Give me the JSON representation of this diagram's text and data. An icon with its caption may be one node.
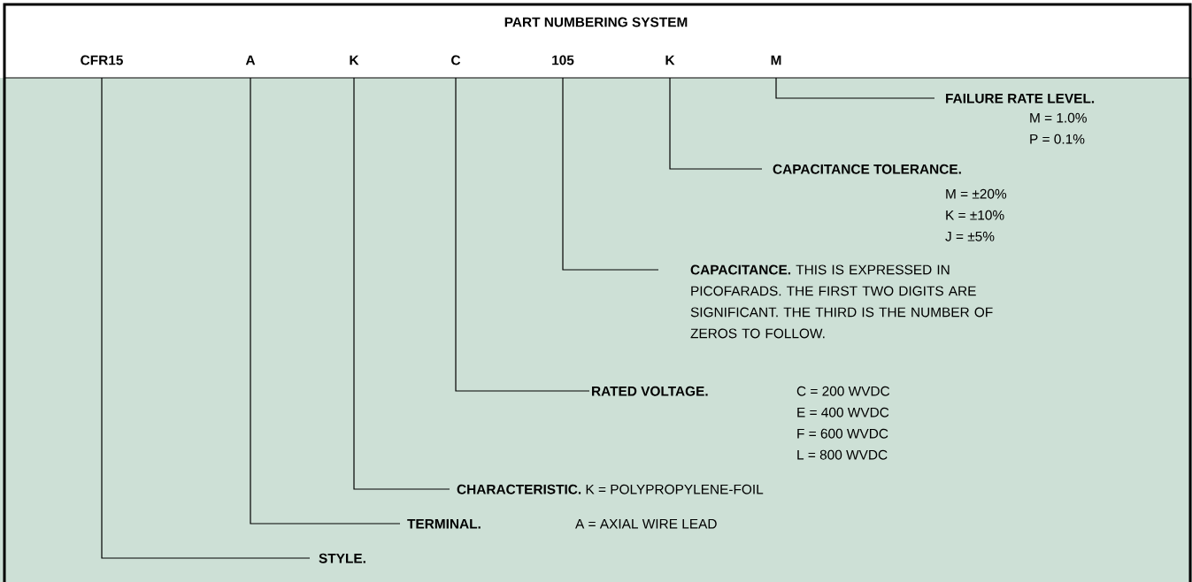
{
  "diagram": {
    "title": "PART NUMBERING SYSTEM",
    "nodes": [
      {
        "text": [
          "CFR15"
        ]
      },
      {
        "text": [
          "A"
        ]
      },
      {
        "text": [
          "K"
        ]
      },
      {
        "text": [
          "C"
        ]
      },
      {
        "text": [
          "105"
        ]
      },
      {
        "text": [
          "K"
        ]
      },
      {
        "text": [
          "M"
        ]
      },
      {
        "text": [
          "FAILURE RATE LEVEL.",
          "M = 1.0%",
          "P = 0.1%"
        ]
      },
      {
        "text": [
          "CAPACITANCE TOLERANCE.",
          "M = ±20%",
          "K = ±10%",
          "J = ±5%"
        ]
      },
      {
        "text": [
          "**CAPACITANCE.** THIS IS EXPRESSED IN PICOFARADS. THE FIRST TWO DIGITS ARE SIGNIFICANT. THE THIRD IS THE NUMBER OF ZEROS TO FOLLOW."
        ]
      },
      {
        "text": [
          "RATED VOLTAGE.",
          "C = 200 WVDC",
          "E = 400 WVDC",
          "F = 600 WVDC",
          "L = 800 WVDC"
        ]
      },
      {
        "text": [
          "**CHARACTERISTIC.** K = POLYPROPYLENE-FOIL"
        ]
      },
      {
        "text": [
          "TERMINAL.",
          "A = AXIAL WIRE LEAD"
        ]
      },
      {
        "text": [
          "STYLE."
        ]
      }
    ],
    "edges": [
      {
        "from": 6,
        "to": 7,
        "arrow": "none"
      },
      {
        "from": 5,
        "to": 8,
        "arrow": "none"
      },
      {
        "from": 4,
        "to": 9,
        "arrow": "none"
      },
      {
        "from": 3,
        "to": 10,
        "arrow": "none"
      },
      {
        "from": 2,
        "to": 11,
        "arrow": "none"
      },
      {
        "from": 1,
        "to": 12,
        "arrow": "none"
      },
      {
        "from": 0,
        "to": 13,
        "arrow": "none"
      }
    ]
  }
}
